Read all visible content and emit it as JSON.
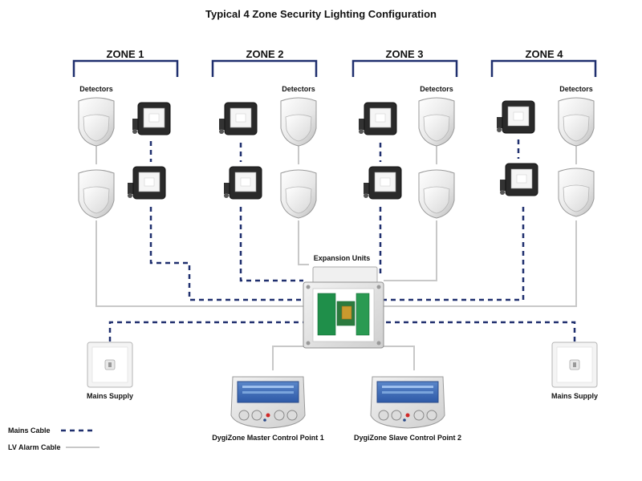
{
  "title": "Typical 4 Zone Security Lighting Configuration",
  "zones": [
    {
      "label": "ZONE 1",
      "detectors_label": "Detectors"
    },
    {
      "label": "ZONE 2",
      "detectors_label": "Detectors"
    },
    {
      "label": "ZONE 3",
      "detectors_label": "Detectors"
    },
    {
      "label": "ZONE 4",
      "detectors_label": "Detectors"
    }
  ],
  "expansion_units_label": "Expansion Units",
  "mains_supply_left": "Mains Supply",
  "mains_supply_right": "Mains Supply",
  "master_control_label": "DygiZone Master Control Point 1",
  "slave_control_label": "DygiZone Slave Control Point 2",
  "legend": {
    "mains_cable": "Mains Cable",
    "lv_alarm_cable": "LV Alarm Cable"
  },
  "colors": {
    "mains_cable": "#1f2f6e",
    "lv_cable": "#c8c8c8",
    "zone_bracket": "#1f2f6e"
  }
}
